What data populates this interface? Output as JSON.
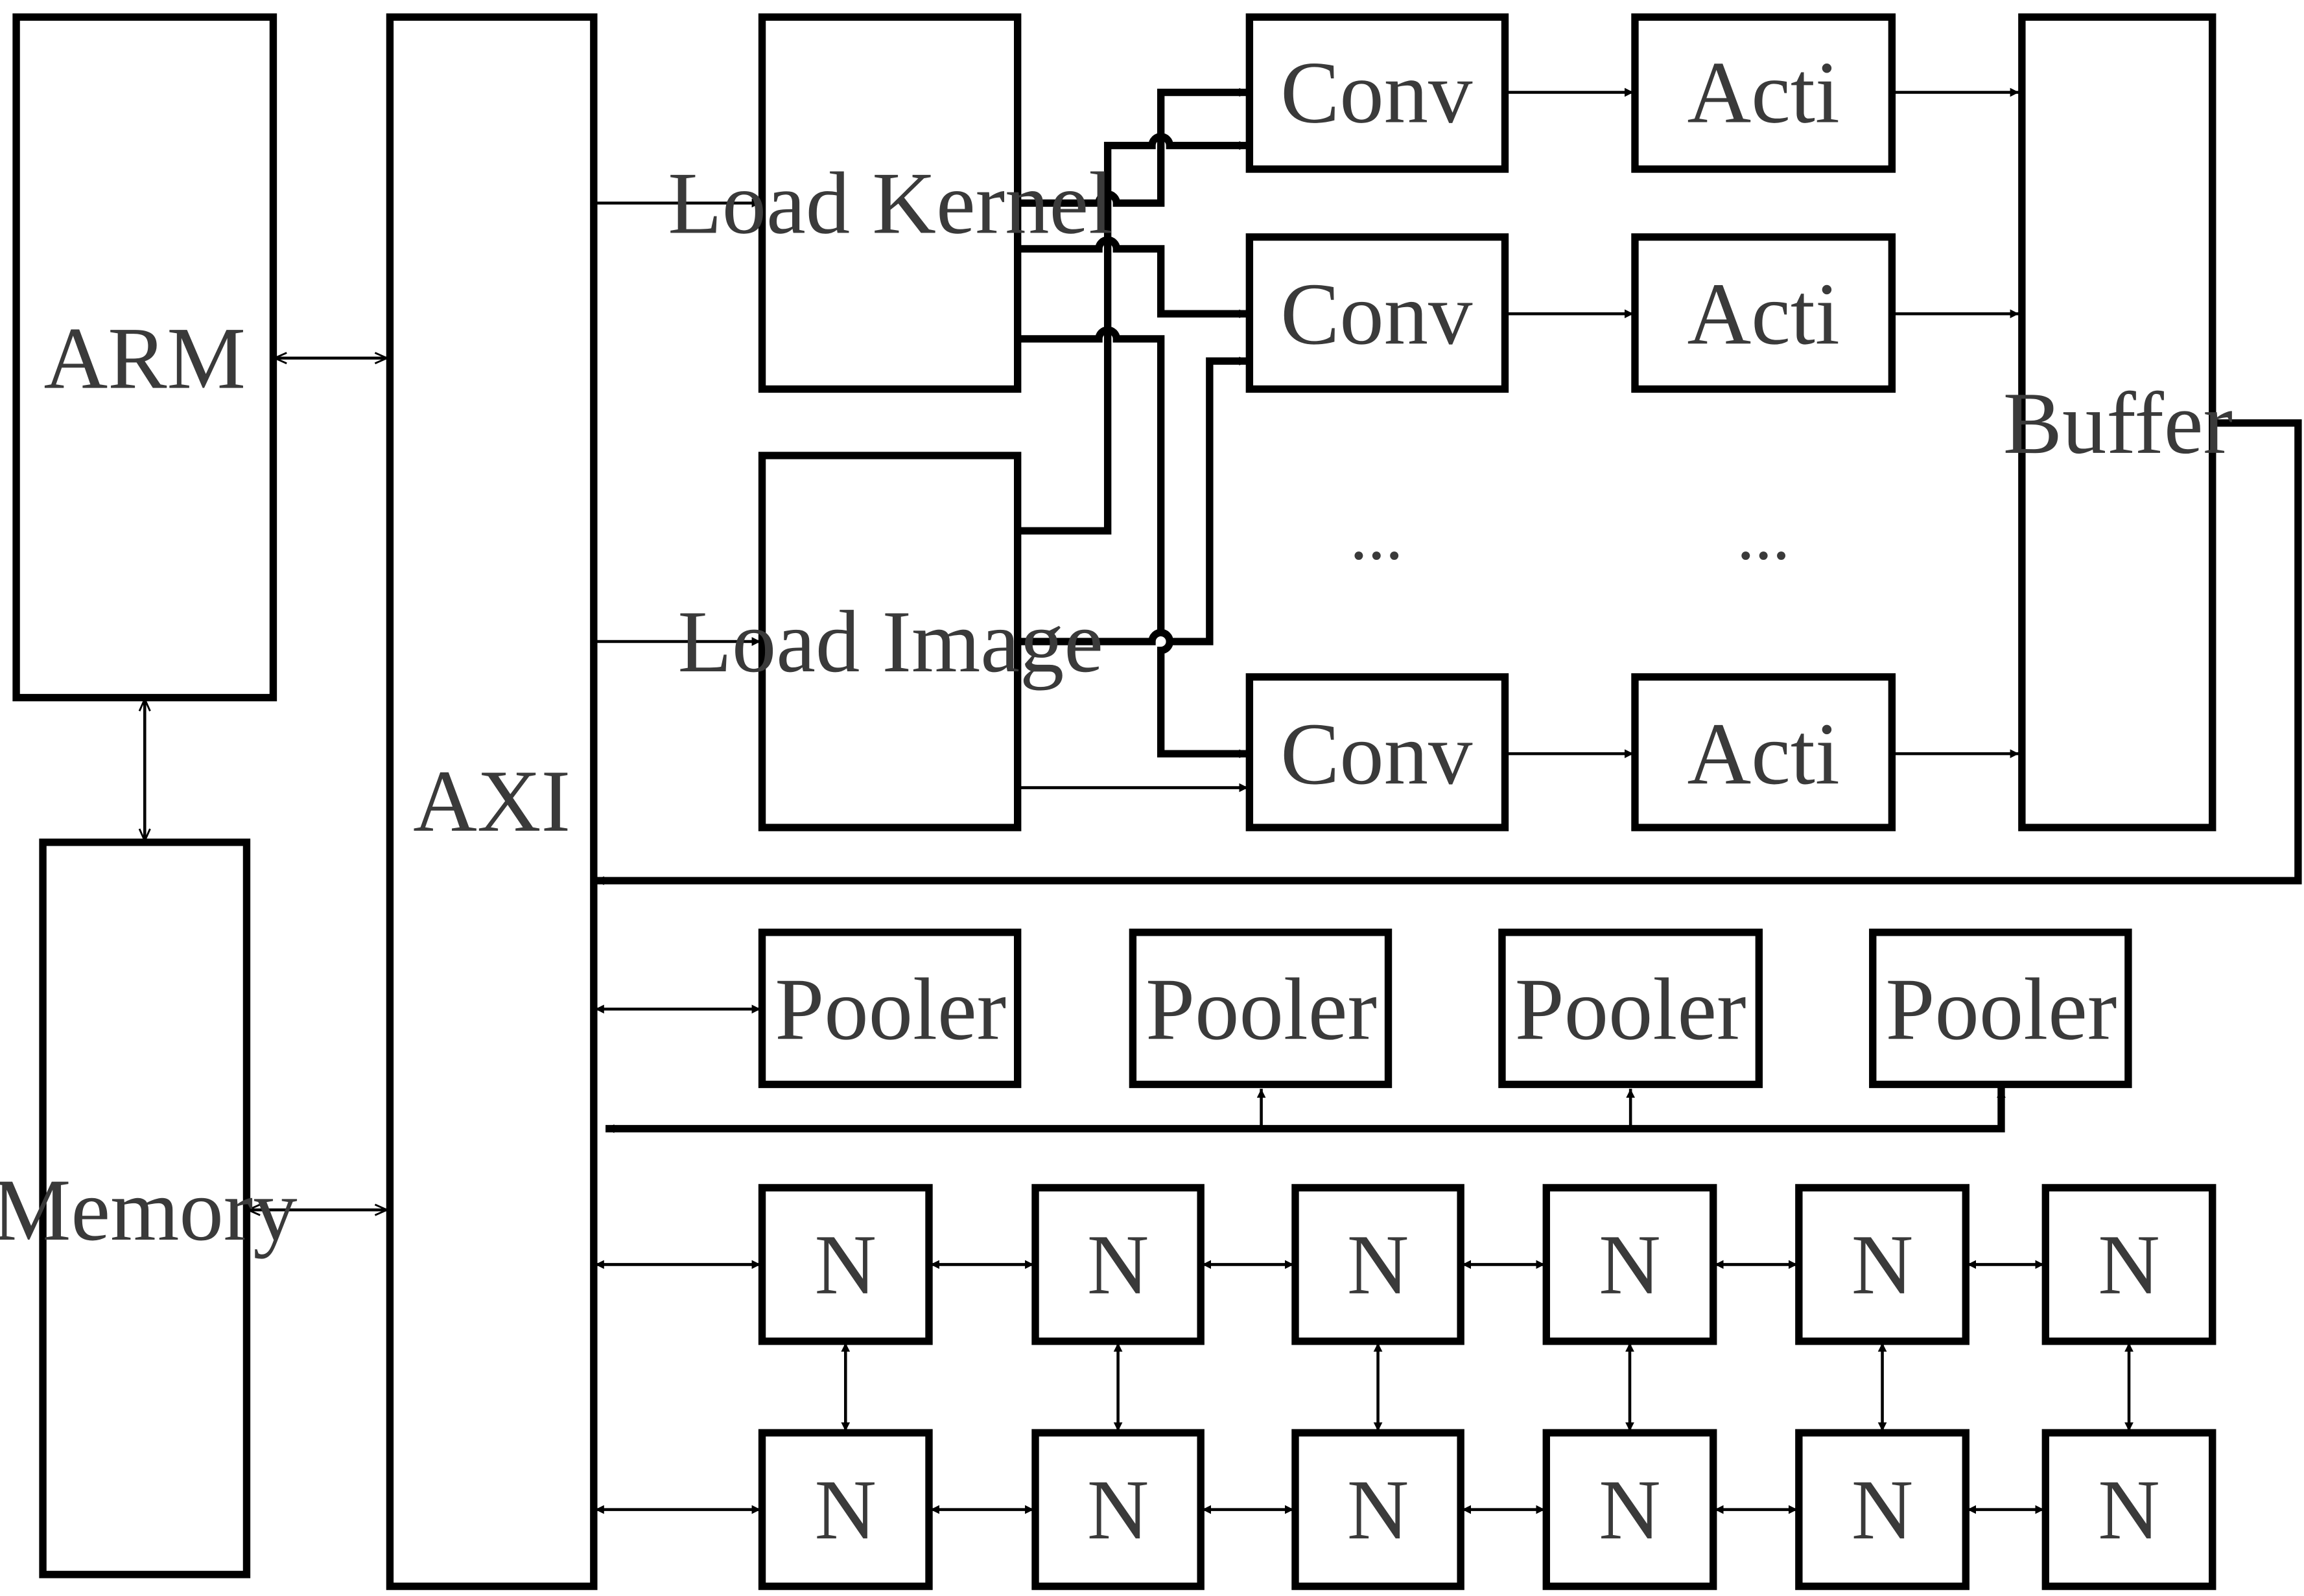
{
  "blocks": {
    "arm": "ARM",
    "memory": "Memory",
    "axi": "AXI",
    "load_kernel": "Load Kernel",
    "load_image": "Load Image",
    "conv": [
      "Conv",
      "Conv",
      "Conv"
    ],
    "acti": [
      "Acti",
      "Acti",
      "Acti"
    ],
    "buffer": "Buffer",
    "ellipsis": [
      "...",
      "..."
    ],
    "pooler": [
      "Pooler",
      "Pooler",
      "Pooler",
      "Pooler"
    ],
    "node_row_1": [
      "N",
      "N",
      "N",
      "N",
      "N",
      "N"
    ],
    "node_row_2": [
      "N",
      "N",
      "N",
      "N",
      "N",
      "N"
    ]
  }
}
